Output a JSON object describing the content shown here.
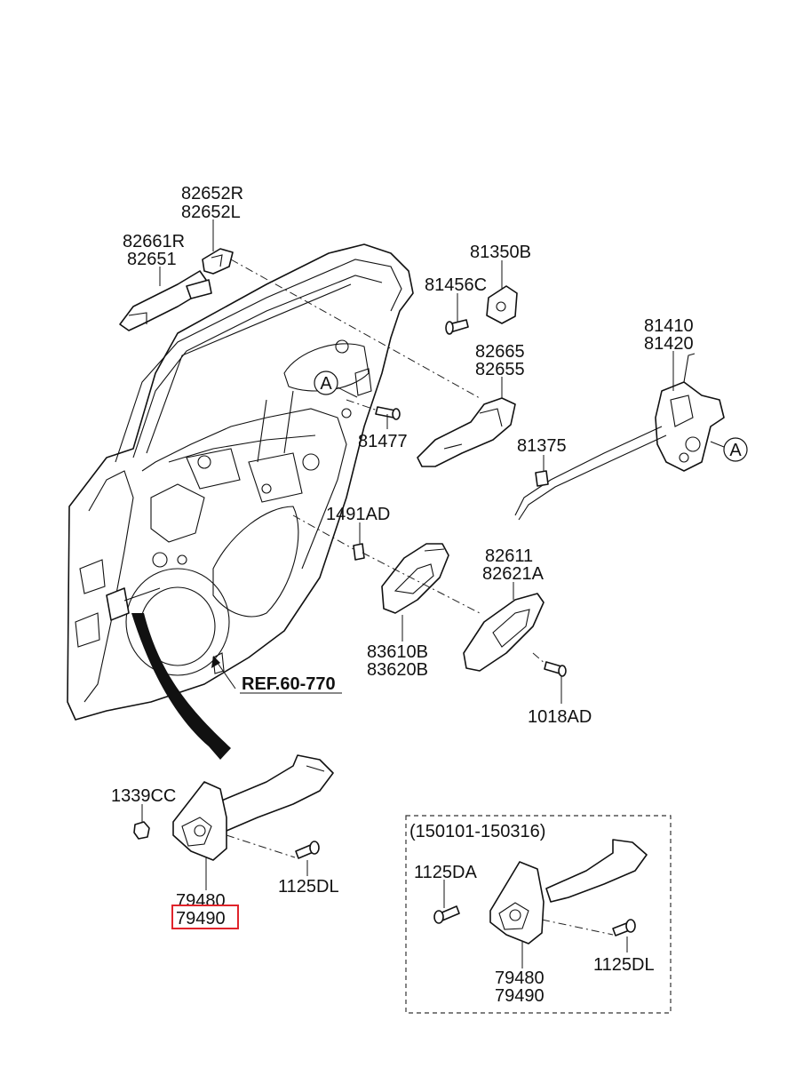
{
  "diagram": {
    "labels": {
      "p82652": [
        "82652R",
        "82652L"
      ],
      "p82661": [
        "82661R",
        "82651"
      ],
      "p81350": "81350B",
      "p81456": "81456C",
      "p81410": [
        "81410",
        "81420"
      ],
      "p82665": [
        "82665",
        "82655"
      ],
      "p81477": "81477",
      "p81375": "81375",
      "p1491": "1491AD",
      "p82611": [
        "82611",
        "82621A"
      ],
      "p83610": [
        "83610B",
        "83620B"
      ],
      "p1018": "1018AD",
      "ref": "REF.60-770",
      "p1339": "1339CC",
      "p1125dl_main": "1125DL",
      "p79480_main": "79480",
      "p79490_main": "79490",
      "inset_range": "(150101-150316)",
      "p1125da": "1125DA",
      "p1125dl_inset": "1125DL",
      "p79480_inset": "79480",
      "p79490_inset": "79490",
      "callout_a_door": "A",
      "callout_a_latch": "A"
    },
    "highlight_color": "#e0242b"
  }
}
